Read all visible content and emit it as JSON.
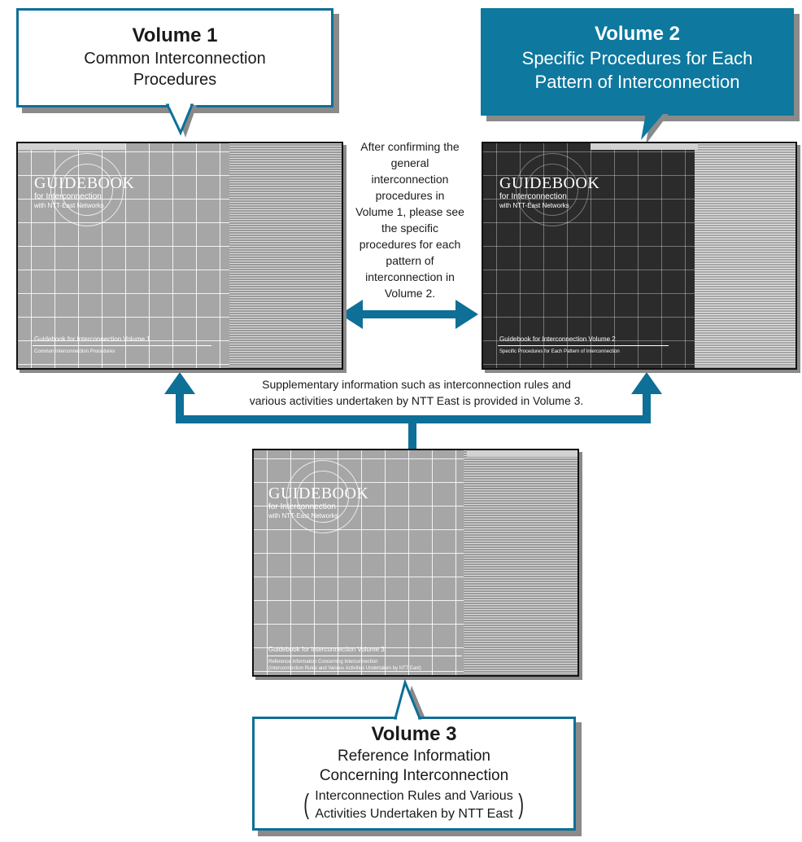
{
  "volume1": {
    "title": "Volume 1",
    "subtitle_line1": "Common Interconnection",
    "subtitle_line2": "Procedures"
  },
  "volume2": {
    "title": "Volume 2",
    "subtitle_line1": "Specific Procedures for Each",
    "subtitle_line2": "Pattern of Interconnection"
  },
  "volume3": {
    "title": "Volume 3",
    "subtitle_line1": "Reference Information",
    "subtitle_line2": "Concerning Interconnection",
    "paren_line1": "Interconnection Rules and Various",
    "paren_line2": "Activities Undertaken by NTT East"
  },
  "books": {
    "logo_word": "GUIDEBOOK",
    "logo_for": "for Interconnection",
    "logo_with": "with NTT-East Networks",
    "book1_title": "Guidebook for Interconnection Volume 1",
    "book1_sub": "Common Interconnection Procedures",
    "book2_title": "Guidebook for Interconnection Volume 2",
    "book2_sub": "Specific Procedures for Each Pattern of Interconnection",
    "book3_title": "Guidebook for Interconnection Volume 3",
    "book3_sub1": "Reference Information Concerning Interconnection",
    "book3_sub2": "(Interconnection Rules and Various Activities Undertaken by NTT East)"
  },
  "notes": {
    "middle_lines": [
      "After confirming the",
      "general",
      "interconnection",
      "procedures in",
      "Volume 1, please see",
      "the specific",
      "procedures for each",
      "pattern of",
      "interconnection in",
      "Volume 2."
    ],
    "supplementary_line1": "Supplementary information such as interconnection rules and",
    "supplementary_line2": "various activities undertaken by NTT East is provided in Volume 3."
  },
  "colors": {
    "accent_blue": "#0e789f",
    "cover_gray": "#a6a6a6",
    "cover_dark": "#2b2b2b"
  }
}
